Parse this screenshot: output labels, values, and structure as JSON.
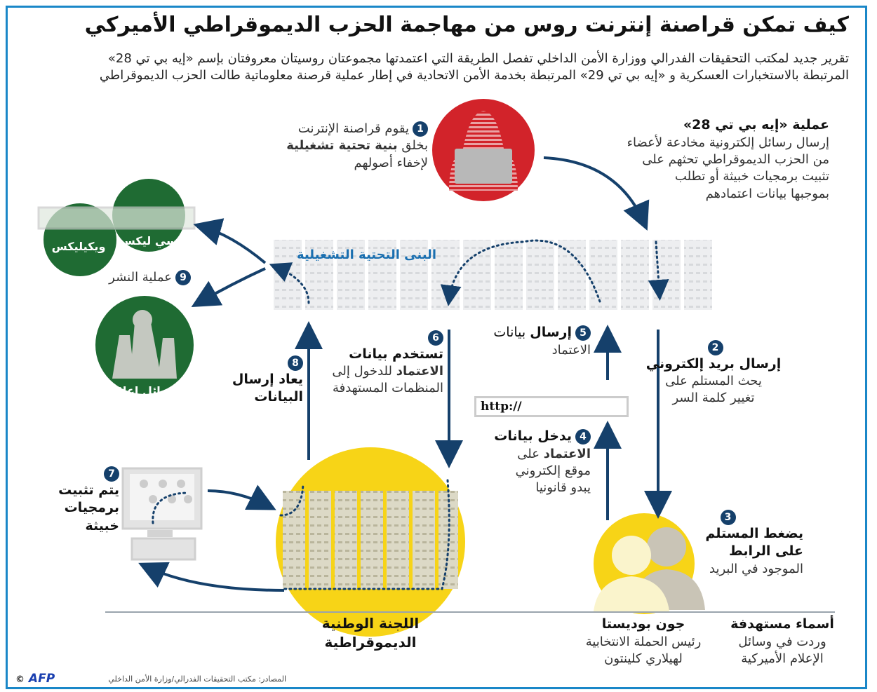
{
  "title": "كيف تمكن قراصنة إنترنت روس من مهاجمة الحزب الديموقراطي الأميركي",
  "subtitle_line1": "تقرير جديد لمكتب التحقيقات الفدرالي ووزارة الأمن الداخلي تفصل الطريقة التي اعتمدتها مجموعتان روسيتان معروفتان بإسم «إيه بي تي 28»",
  "subtitle_line2": "المرتبطة بالاستخبارات العسكرية و «إيه بي تي 29» المرتبطة بخدمة الأمن الاتحادية في إطار عملية قرصنة معلوماتية طالت الحزب الديموقراطي",
  "apt28": {
    "heading": "عملية «إيه بي تي 28»",
    "lines": [
      "إرسال رسائل إلكترونية مخادعة لأعضاء",
      "من الحزب الديموقراطي تحثهم على",
      "تثبيت برمجيات خبيثة أو تطلب",
      "بموجبها بيانات اعتمادهم"
    ]
  },
  "step1": {
    "num": "1",
    "line1": "يقوم قراصنة الإنترنت",
    "line2_a": "بخلق ",
    "line2_b": "بنية تحتية تشغيلية",
    "line3": "لإخفاء أصولهم"
  },
  "infrastructure_label": "البنى التحتية التشغيلية",
  "step2": {
    "num": "2",
    "heading": "إرسال بريد إلكتروني",
    "line1": "يحث المستلم على",
    "line2": "تغيير كلمة السر"
  },
  "step3": {
    "num": "3",
    "heading1": "يضغط المستلم",
    "heading2": "على الرابط",
    "line1": "الموجود في البريد"
  },
  "step4": {
    "num": "4",
    "heading1": "يدخل بيانات",
    "heading2": "الاعتماد",
    "line2_tail": " على",
    "line3": "موقع إلكتروني",
    "line4": "يبدو قانونيا"
  },
  "step5": {
    "num": "5",
    "heading": "إرسال",
    "heading_tail": " بيانات",
    "line1": "الاعتماد"
  },
  "step6": {
    "num": "6",
    "heading": "تستخدم بيانات",
    "line1_b": "الاعتماد",
    "line1_tail": " للدخول إلى",
    "line2": "المنظمات المستهدفة"
  },
  "step7": {
    "num": "7",
    "line1": "يتم تثبيت",
    "line2": "برمجيات",
    "line3": "خبيثة"
  },
  "step8": {
    "num": "8",
    "line1": "يعاد إرسال",
    "line2": "البيانات"
  },
  "step9": {
    "num": "9",
    "label": "عملية النشر"
  },
  "publishers": {
    "dc_leaks": "دي سي ليكس",
    "wikileaks": "ويكيليكس",
    "media": "وسائل إعلام"
  },
  "http_text": "http://",
  "dnc_label1": "اللجنة الوطنية",
  "dnc_label2": "الديموقراطية",
  "podesta": {
    "name": "جون بوديستا",
    "line1": "رئيس الحملة الانتخابية",
    "line2": "لهيلاري كلينتون"
  },
  "targets": {
    "heading": "أسماء مستهدفة",
    "line1": "وردت في وسائل",
    "line2": "الإعلام الأميركية"
  },
  "source": "المصادر: مكتب التحقيقات الفدرالي/وزارة الأمن الداخلي",
  "logo": "AFP",
  "copyright": "©",
  "colors": {
    "navy": "#15406b",
    "red": "#d2232a",
    "yellow": "#f7d417",
    "green": "#1f6b33",
    "border": "#1a87c8"
  }
}
